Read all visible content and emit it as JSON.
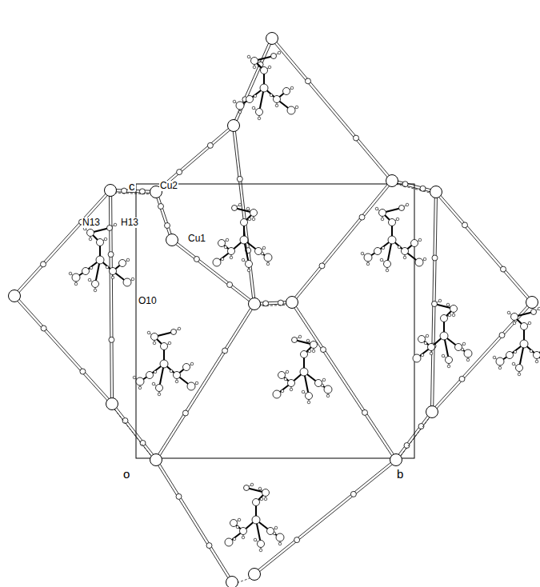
{
  "diagram": {
    "labels": [
      "c",
      "Cu2",
      "Cu1",
      "N13",
      "H13",
      "O10",
      "o",
      "b"
    ]
  }
}
